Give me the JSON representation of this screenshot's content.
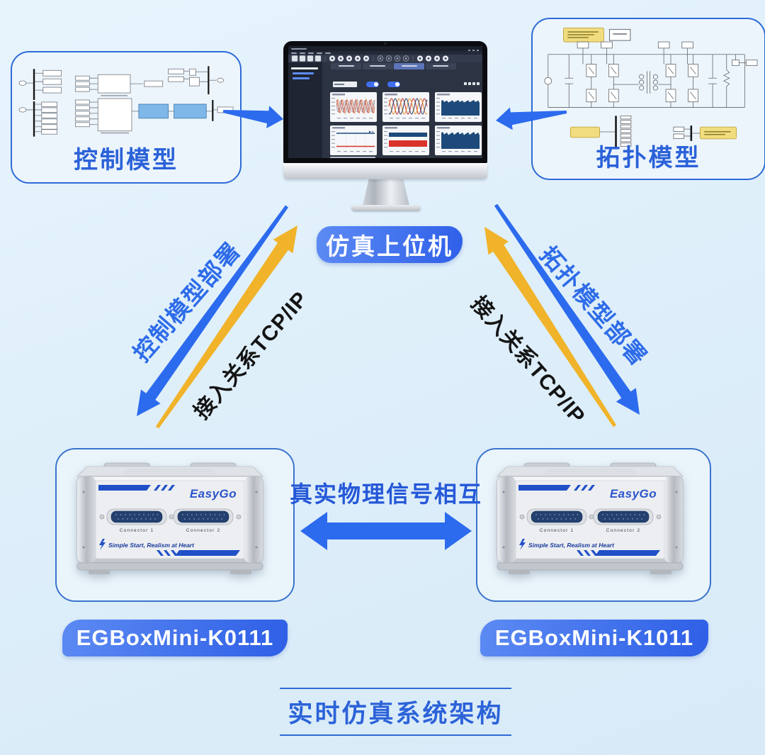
{
  "page": {
    "caption": "实时仿真系统架构"
  },
  "cards": {
    "control": {
      "label": "控制模型"
    },
    "topology": {
      "label": "拓扑模型"
    }
  },
  "host": {
    "label": "仿真上位机"
  },
  "flows": {
    "control_deploy": "控制模型部署",
    "tcp_left": "接入关系TCP/IP",
    "tcp_right": "接入关系TCP/IP",
    "topology_deploy": "拓扑模型部署",
    "physical_link": "真实物理信号相互"
  },
  "devices": {
    "brand": "EasyGo",
    "connector1": "Connector 1",
    "connector2": "Connector 2",
    "tagline": "Simple Start, Realism at Heart",
    "left_name": "EGBoxMini-K0111",
    "right_name": "EGBoxMini-K1011"
  },
  "colors": {
    "accent_blue": "#2c6bee",
    "accent_yellow": "#f0b32a",
    "text_blue": "#2b62d9",
    "navy": "#1d4a7a",
    "red": "#d9342b"
  }
}
